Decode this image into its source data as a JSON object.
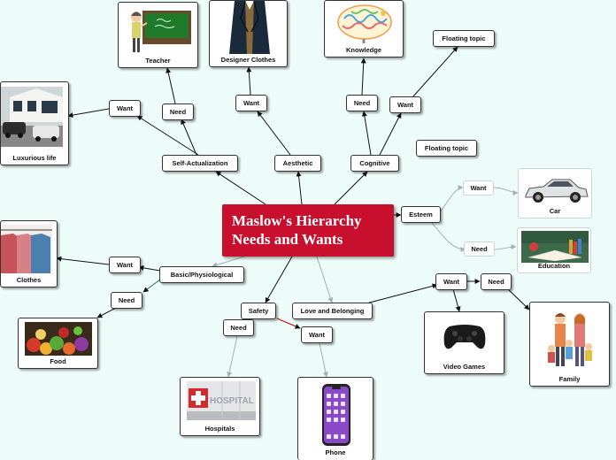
{
  "central_topic": {
    "line1": "Maslow's Hierarchy",
    "line2": "Needs and Wants"
  },
  "branches": {
    "self_actualization": "Self-Actualization",
    "aesthetic": "Aesthetic",
    "cognitive": "Cognitive",
    "esteem": "Esteem",
    "basic": "Basic/Physiological",
    "safety": "Safety",
    "love": "Love and Belonging"
  },
  "labels": {
    "want": "Want",
    "need": "Need",
    "floating_1": "Floating topic",
    "floating_2": "Floating topic"
  },
  "images": {
    "teacher": "Teacher",
    "designer_clothes": "Designer Clothes",
    "knowledge": "Knowledge",
    "luxurious_life": "Luxurious life",
    "car": "Car",
    "education": "Education",
    "clothes": "Clothes",
    "food": "Food",
    "video_games": "Video Games",
    "family": "Family",
    "hospitals": "Hospitals",
    "phone": "Phone",
    "hospital_sign": "HOSPITAL"
  },
  "colors": {
    "central": "#c8102e",
    "background": "#eefcf9",
    "link": "#111111",
    "link_soft": "#9fb3ae",
    "link_red": "#c00000",
    "link_green": "#1f6b4a"
  }
}
